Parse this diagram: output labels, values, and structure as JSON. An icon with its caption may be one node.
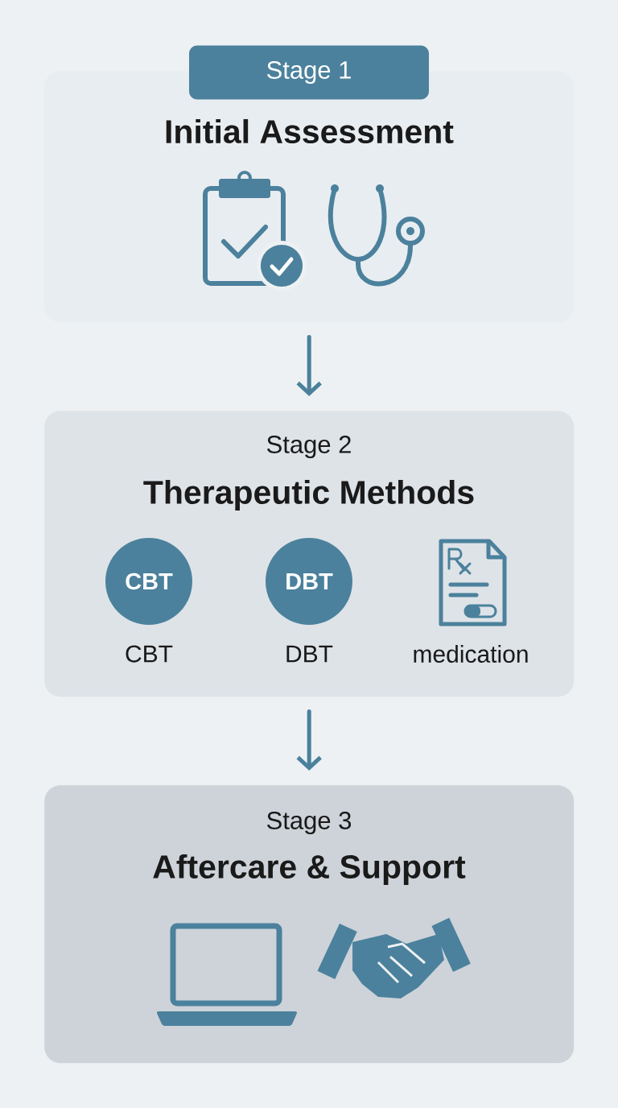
{
  "diagram": {
    "nodes": [
      {
        "text": [
          "Stage 1",
          "Initial Assessment"
        ]
      },
      {
        "text": [
          "Stage 2",
          "Therapeutic Methods"
        ]
      },
      {
        "text": [
          "CBT"
        ],
        "in": 1,
        "beside": [
          "CBT"
        ]
      },
      {
        "text": [
          "DBT"
        ],
        "in": 1,
        "beside": [
          "DBT"
        ]
      },
      {
        "text": [
          "Stage 3",
          "Aftercare & Support"
        ]
      }
    ],
    "edges": [
      {
        "from": 0,
        "to": 1,
        "arrow": "to"
      },
      {
        "from": 1,
        "to": 4,
        "arrow": "to"
      }
    ],
    "labels": [
      "medication"
    ]
  }
}
